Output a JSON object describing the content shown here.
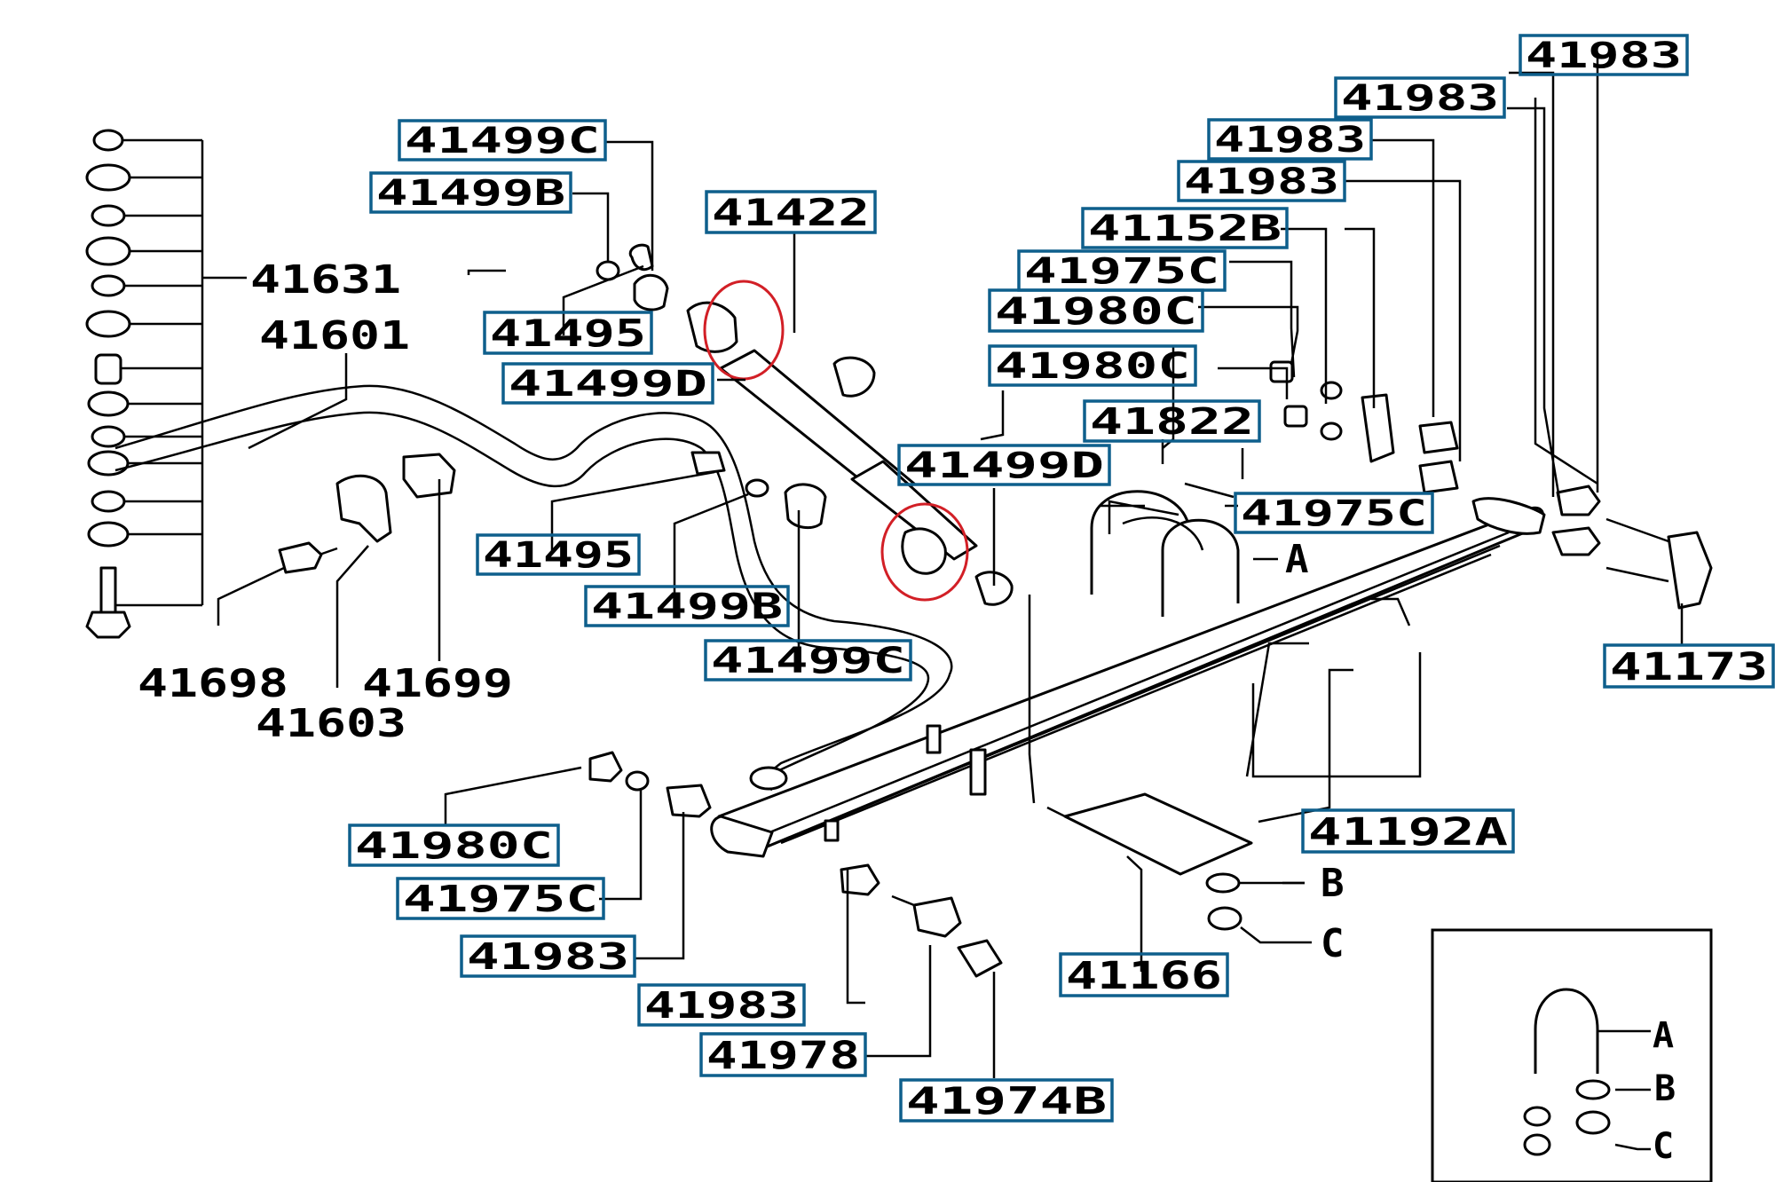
{
  "title": "",
  "colors": {
    "box": "#0e5f8c",
    "highlight": "#d21f26",
    "line": "#000000"
  },
  "boxed_labels": [
    {
      "id": "lbl-41983-top",
      "text": "41983"
    },
    {
      "id": "lbl-41983-b",
      "text": "41983"
    },
    {
      "id": "lbl-41983-c",
      "text": "41983"
    },
    {
      "id": "lbl-41983-d",
      "text": "41983"
    },
    {
      "id": "lbl-41152b",
      "text": "41152B"
    },
    {
      "id": "lbl-41975c-top",
      "text": "41975C"
    },
    {
      "id": "lbl-41980c-top",
      "text": "41980C"
    },
    {
      "id": "lbl-41980c-mid",
      "text": "41980C"
    },
    {
      "id": "lbl-41822",
      "text": "41822"
    },
    {
      "id": "lbl-41975c-mid",
      "text": "41975C"
    },
    {
      "id": "lbl-41173",
      "text": "41173"
    },
    {
      "id": "lbl-41192a",
      "text": "41192A"
    },
    {
      "id": "lbl-41166",
      "text": "41166"
    },
    {
      "id": "lbl-41499c-top",
      "text": "41499C"
    },
    {
      "id": "lbl-41499b-top",
      "text": "41499B"
    },
    {
      "id": "lbl-41422",
      "text": "41422"
    },
    {
      "id": "lbl-41495-top",
      "text": "41495"
    },
    {
      "id": "lbl-41499d-left",
      "text": "41499D"
    },
    {
      "id": "lbl-41499d-right",
      "text": "41499D"
    },
    {
      "id": "lbl-41495-mid",
      "text": "41495"
    },
    {
      "id": "lbl-41499b-mid",
      "text": "41499B"
    },
    {
      "id": "lbl-41499c-mid",
      "text": "41499C"
    },
    {
      "id": "lbl-41980c-low",
      "text": "41980C"
    },
    {
      "id": "lbl-41975c-low",
      "text": "41975C"
    },
    {
      "id": "lbl-41983-low",
      "text": "41983"
    },
    {
      "id": "lbl-41983-bottom",
      "text": "41983"
    },
    {
      "id": "lbl-41978",
      "text": "41978"
    },
    {
      "id": "lbl-41974b",
      "text": "41974B"
    }
  ],
  "plain_labels": [
    {
      "id": "lbl-41631",
      "text": "41631"
    },
    {
      "id": "lbl-41601",
      "text": "41601"
    },
    {
      "id": "lbl-41698",
      "text": "41698"
    },
    {
      "id": "lbl-41699",
      "text": "41699"
    },
    {
      "id": "lbl-41603",
      "text": "41603"
    },
    {
      "id": "lbl-a",
      "text": "A"
    },
    {
      "id": "lbl-b",
      "text": "B"
    },
    {
      "id": "lbl-c",
      "text": "C"
    },
    {
      "id": "lbl-inset-a",
      "text": "A"
    },
    {
      "id": "lbl-inset-b",
      "text": "B"
    },
    {
      "id": "lbl-inset-c",
      "text": "C"
    }
  ]
}
